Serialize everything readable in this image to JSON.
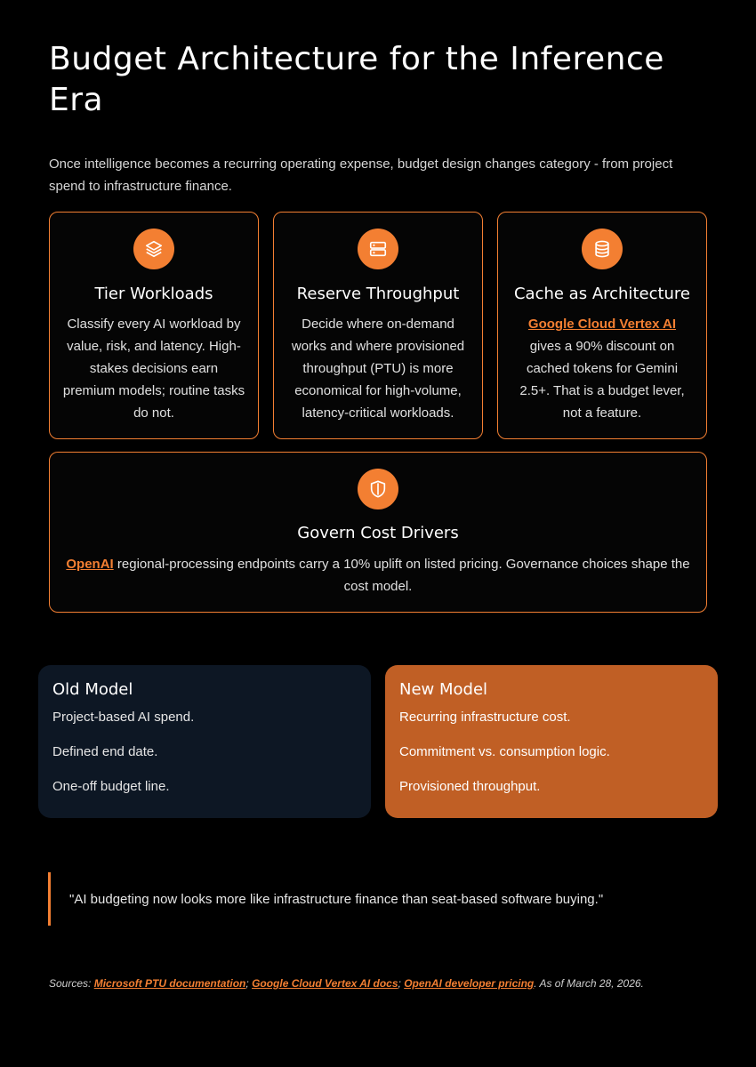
{
  "title": "Budget Architecture for the Inference Era",
  "intro": "Once intelligence becomes a recurring operating expense, budget design changes category - from project spend to infrastructure finance.",
  "colors": {
    "accent": "#f37f32",
    "old_model_bg": "#0d1724",
    "new_model_bg": "#c05f25"
  },
  "cards": [
    {
      "icon": "layers-icon",
      "title": "Tier Workloads",
      "text": "Classify every AI workload by value, risk, and latency. High-stakes decisions earn premium models; routine tasks do not."
    },
    {
      "icon": "server-icon",
      "title": "Reserve Throughput",
      "text": "Decide where on-demand works and where provisioned throughput (PTU) is more economical for high-volume, latency-critical workloads."
    },
    {
      "icon": "database-icon",
      "title": "Cache as Architecture",
      "link": "Google Cloud Vertex AI",
      "text": "gives a 90% discount on cached tokens for Gemini 2.5+. That is a budget lever, not a feature."
    },
    {
      "icon": "shield-icon",
      "title": "Govern Cost Drivers",
      "link": "OpenAI",
      "text": "regional-processing endpoints carry a 10% uplift on listed pricing. Governance choices shape the cost model."
    }
  ],
  "old_model": {
    "title": "Old Model",
    "items": [
      "Project-based AI spend.",
      "Defined end date.",
      "One-off budget line."
    ]
  },
  "new_model": {
    "title": "New Model",
    "items": [
      "Recurring infrastructure cost.",
      "Commitment vs. consumption logic.",
      "Provisioned throughput."
    ]
  },
  "quote": "\"AI budgeting now looks more like infrastructure finance than seat-based software buying.\"",
  "sources": {
    "prefix": "Sources:",
    "links": [
      "Microsoft PTU documentation",
      "Google Cloud Vertex AI docs",
      "OpenAI developer pricing"
    ],
    "separator": ";",
    "suffix": ". As of March 28, 2026."
  }
}
